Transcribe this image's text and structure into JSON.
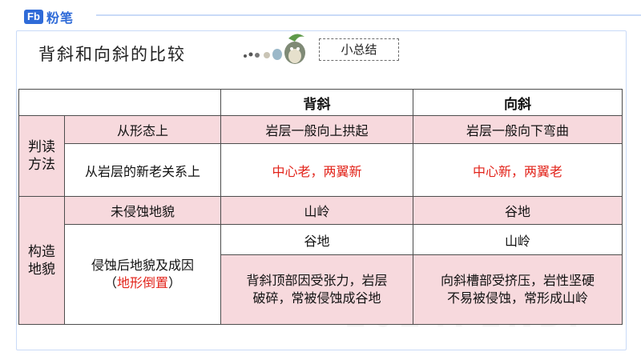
{
  "brand": {
    "mark": "Fb",
    "name": "粉笔"
  },
  "page_title": "背斜和向斜的比较",
  "summary_tag": "小总结",
  "table": {
    "headers": [
      "",
      "背斜",
      "向斜"
    ],
    "category_1": {
      "line1": "判读",
      "line2": "方法"
    },
    "category_2": {
      "line1": "构造",
      "line2": "地貌"
    },
    "rows": {
      "shape": {
        "label": "从形态上",
        "anticline": "岩层一般向上拱起",
        "syncline": "岩层一般向下弯曲"
      },
      "age": {
        "label": "从岩层的新老关系上",
        "anticline": "中心老，两翼新",
        "syncline": "中心新，两翼老"
      },
      "uneroded": {
        "label": "未侵蚀地貌",
        "anticline": "山岭",
        "syncline": "谷地"
      },
      "eroded": {
        "label_line1": "侵蚀后地貌及成因",
        "label_paren_open": "（",
        "label_red": "地形倒置",
        "label_paren_close": "）",
        "anticline_landform": "谷地",
        "syncline_landform": "山岭",
        "anticline_reason_line1": "背斜顶部因受张力，岩层",
        "anticline_reason_line2": "破碎，常被侵蚀成谷地",
        "syncline_reason_line1": "向斜槽部受挤压，岩性坚硬",
        "syncline_reason_line2": "不易被侵蚀，常形成山岭"
      }
    }
  },
  "colors": {
    "brand_blue": "#2f6bd8",
    "pink_fill": "#f7d9dd",
    "highlight_red": "#e2231a"
  }
}
